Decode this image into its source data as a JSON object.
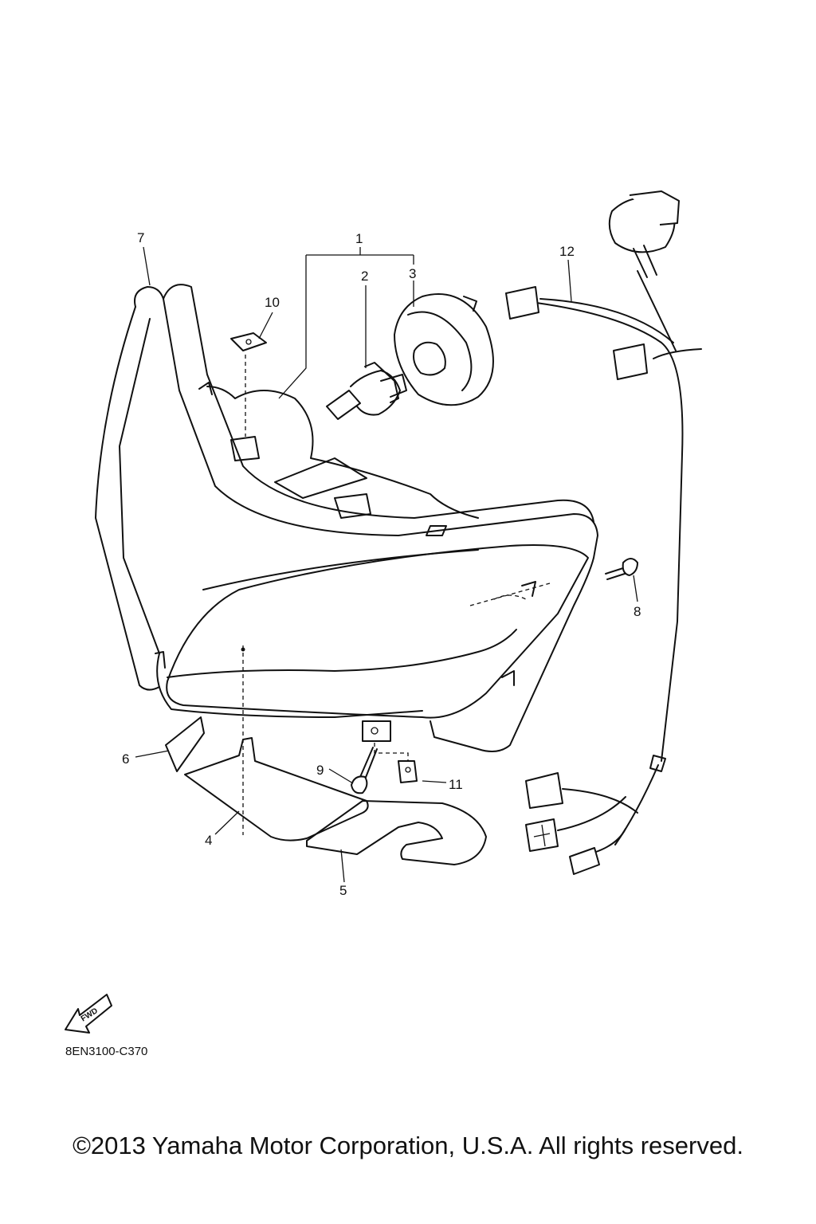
{
  "callouts": {
    "c1": "1",
    "c2": "2",
    "c3": "3",
    "c4": "4",
    "c5": "5",
    "c6": "6",
    "c7": "7",
    "c8": "8",
    "c9": "9",
    "c10": "10",
    "c11": "11",
    "c12": "12"
  },
  "fwd_label": "FWD",
  "diagram_code": "8EN3100-C370",
  "copyright": "©2013 Yamaha Motor Corporation, U.S.A. All rights reserved."
}
